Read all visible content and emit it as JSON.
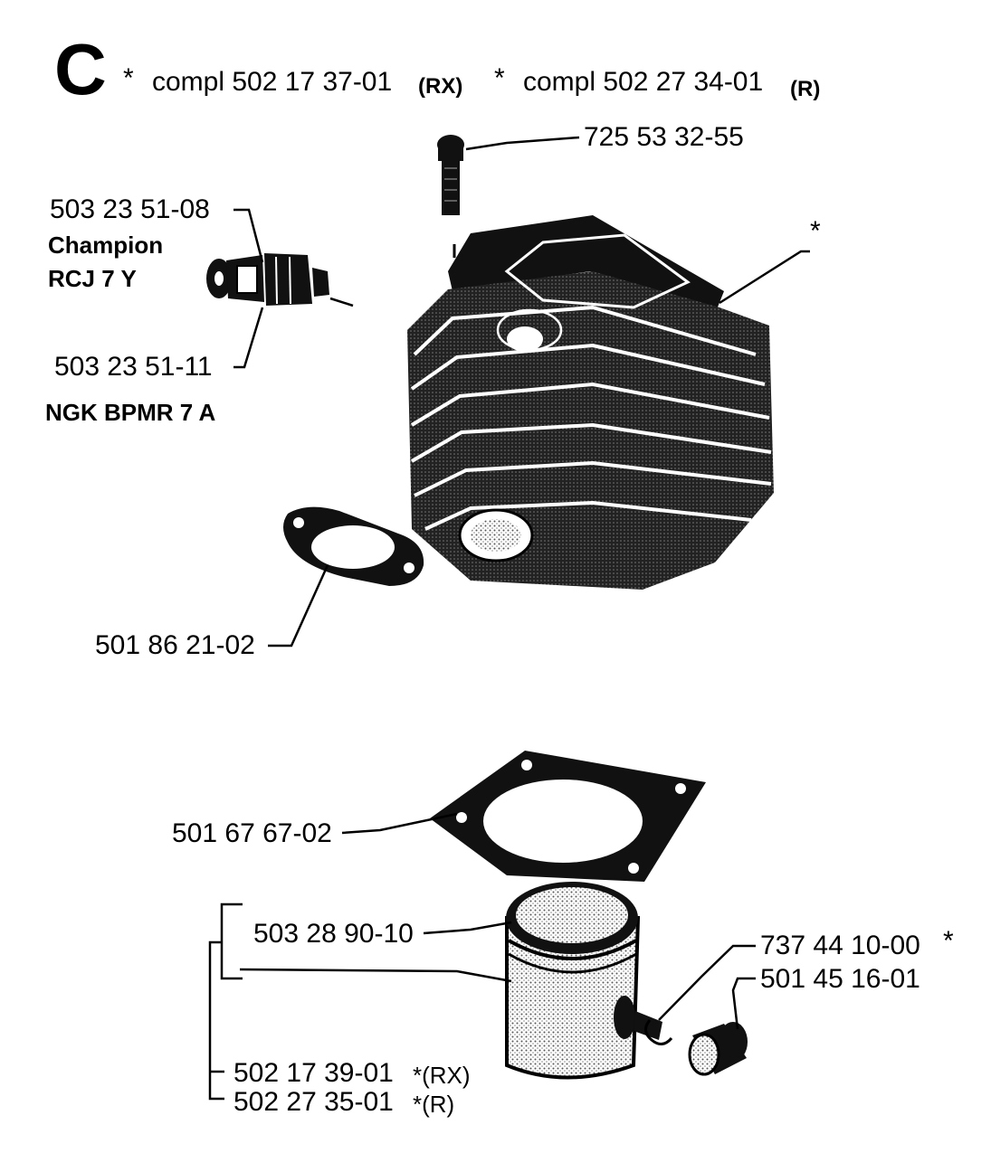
{
  "header": {
    "letter": "C",
    "star_1": "*",
    "compl_1": "compl 502 17 37-01",
    "variant_1": "(RX)",
    "star_2": "*",
    "compl_2": "compl 502 27 34-01",
    "variant_2": "(R)"
  },
  "parts": {
    "bolt": "725 53 32-55",
    "cylinder_star": "*",
    "spark_plug_champion_no": "503 23 51-08",
    "spark_plug_champion_brand": "Champion",
    "spark_plug_champion_model": "RCJ 7 Y",
    "spark_plug_ngk_no": "503 23 51-11",
    "spark_plug_ngk_model": "NGK BPMR 7 A",
    "intake_gasket": "501 86 21-02",
    "cylinder_gasket": "501 67 67-02",
    "piston_ring": "503 28 90-10",
    "piston_rx_no": "502 17 39-01",
    "piston_rx_suffix": "*(RX)",
    "piston_r_no": "502 27 35-01",
    "piston_r_suffix": "*(R)",
    "circlip_no": "737 44 10-00",
    "circlip_star": "*",
    "piston_pin": "501 45 16-01"
  }
}
